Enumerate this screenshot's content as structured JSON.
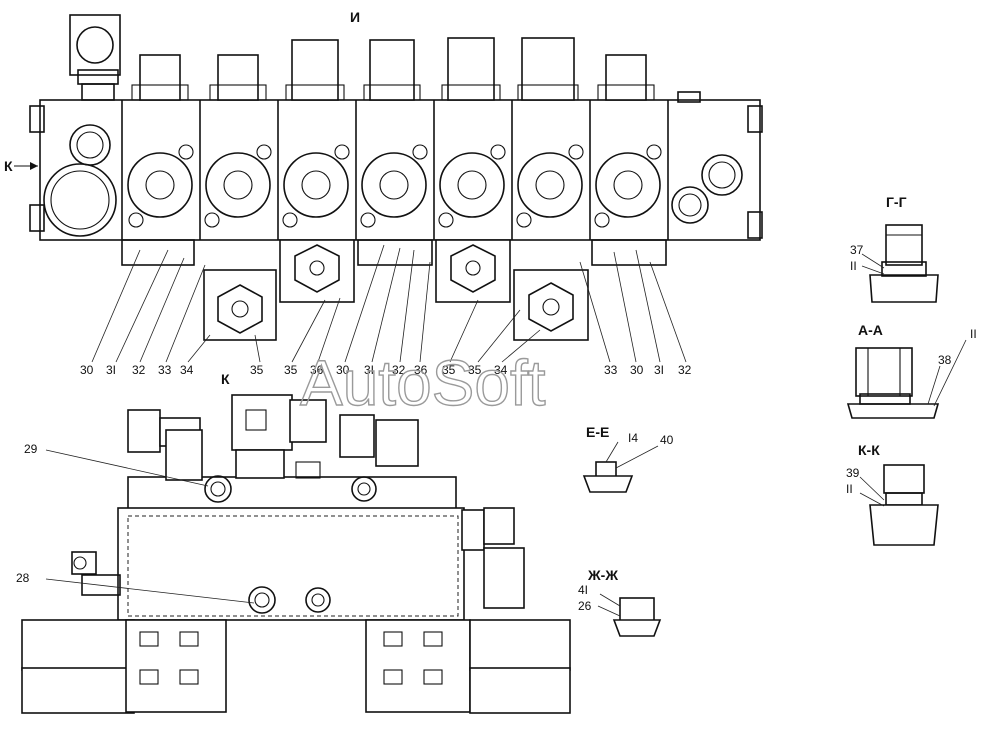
{
  "watermark": "AutoSoft",
  "views": {
    "top_view_label": "И",
    "arrow_k": "К",
    "bottom_view_label": "К",
    "section_gg": "Г-Г",
    "section_aa": "А-А",
    "section_kk": "К-К",
    "section_ee": "Е-Е",
    "section_zhzh": "Ж-Ж"
  },
  "top_callouts": [
    "30",
    "3I",
    "32",
    "33",
    "34",
    "35",
    "35",
    "36",
    "30",
    "3I",
    "32",
    "36",
    "35",
    "35",
    "34",
    "33",
    "30",
    "3I",
    "32"
  ],
  "bottom_callouts": {
    "c29": "29",
    "c28": "28"
  },
  "section_callouts": {
    "gg": [
      "37",
      "II"
    ],
    "aa": [
      "38",
      "II"
    ],
    "kk": [
      "39",
      "II"
    ],
    "ee": [
      "I4",
      "40"
    ],
    "zhzh": [
      "4I",
      "26"
    ]
  }
}
